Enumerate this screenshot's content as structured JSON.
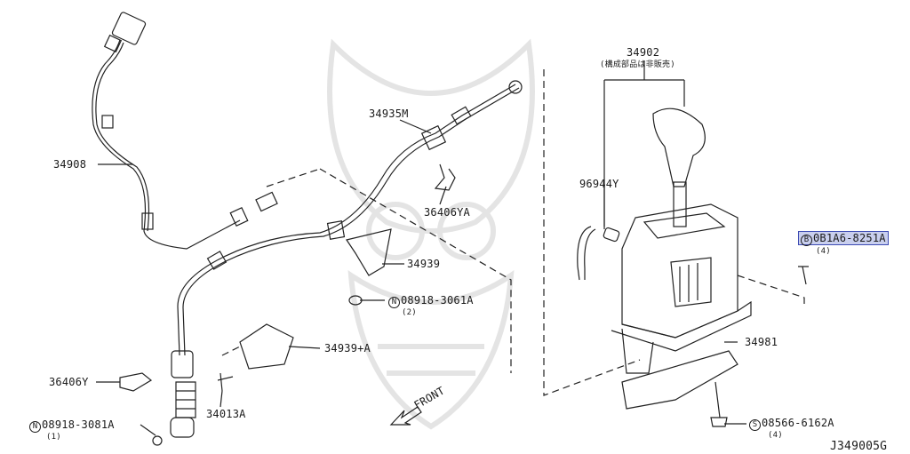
{
  "parts": {
    "p34902": "34902",
    "p34902_note": "(構成部品は非販売)",
    "p34935m": "34935M",
    "p34908": "34908",
    "p36406ya": "36406YA",
    "p96944y": "96944Y",
    "p34939": "34939",
    "p08918_3061a": "08918-3061A",
    "p08918_3061a_qty": "(2)",
    "p34939a": "34939+A",
    "p36406y": "36406Y",
    "p34013a": "34013A",
    "p08918_3081a": "08918-3081A",
    "p08918_3081a_qty": "(1)",
    "p0b1a6": "0B1A6-8251A",
    "p0b1a6_qty": "(4)",
    "p34981": "34981",
    "p08566": "08566-6162A",
    "p08566_qty": "(4)"
  },
  "symbols": {
    "n": "N",
    "b": "B",
    "s": "S"
  },
  "front_label": "FRONT",
  "diagram_id": "J349005G",
  "highlight_color": "#c9cfee"
}
